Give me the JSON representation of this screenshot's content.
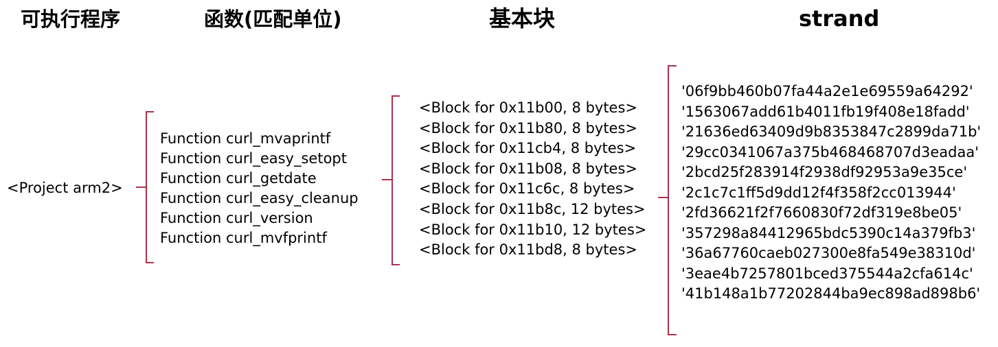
{
  "headers": {
    "col1": "可执行程序",
    "col2": "函数(匹配单位)",
    "col3": "基本块",
    "col4": "strand"
  },
  "project": {
    "label": "<Project arm2>"
  },
  "functions": [
    "Function curl_mvaprintf",
    "Function curl_easy_setopt",
    "Function curl_getdate",
    "Function curl_easy_cleanup",
    "Function curl_version",
    "Function curl_mvfprintf"
  ],
  "blocks": [
    "<Block for 0x11b00, 8 bytes>",
    "<Block for 0x11b80, 8 bytes>",
    "<Block for 0x11cb4, 8 bytes>",
    "<Block for 0x11b08, 8 bytes>",
    "<Block for 0x11c6c, 8 bytes>",
    "<Block for 0x11b8c, 12 bytes>",
    "<Block for 0x11b10, 12 bytes>",
    "<Block for 0x11bd8, 8 bytes>"
  ],
  "strands": [
    "'06f9bb460b07fa44a2e1e69559a64292'",
    "'1563067add61b4011fb19f408e18fadd'",
    "'21636ed63409d9b8353847c2899da71b'",
    "'29cc0341067a375b468468707d3eadaa'",
    "'2bcd25f283914f2938df92953a9e35ce'",
    "'2c1c7c1ff5d9dd12f4f358f2cc013944'",
    "'2fd36621f2f7660830f72df319e8be05'",
    "'357298a84412965bdc5390c14a379fb3'",
    "'36a67760caeb027300e8fa549e38310d'",
    "'3eae4b7257801bced375544a2cfa614c'",
    "'41b148a1b77202844ba9ec898ad898b6'"
  ],
  "colors": {
    "bracket": "#ac2f4e",
    "text": "#000000",
    "background": "#ffffff"
  }
}
